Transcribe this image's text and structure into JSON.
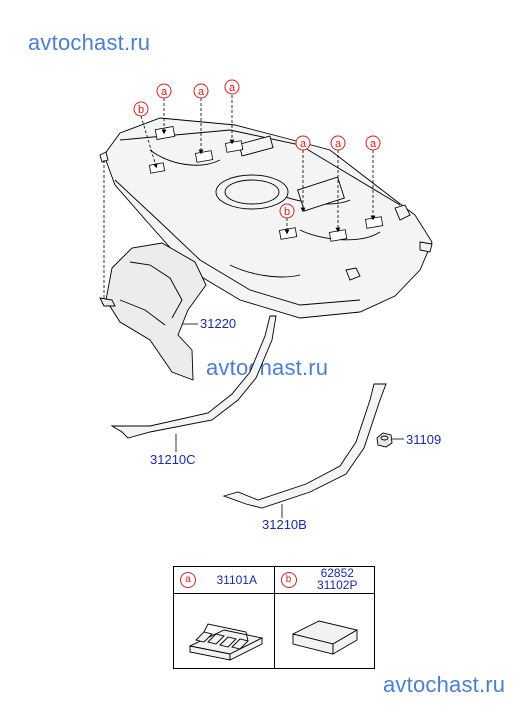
{
  "watermark": "avtochast.ru",
  "callout_letters": {
    "a": "a",
    "b": "b"
  },
  "parts": {
    "heat_shield": "31220",
    "strap_c": "31210C",
    "strap_b": "31210B",
    "nut": "31109"
  },
  "legend": {
    "a": {
      "letter": "a",
      "part": "31101A"
    },
    "b": {
      "letter": "b",
      "part_1": "62852",
      "part_2": "31102P"
    }
  },
  "colors": {
    "watermark": "#4a7fd6",
    "label": "#1a2aa8",
    "callout": "#d42020"
  }
}
